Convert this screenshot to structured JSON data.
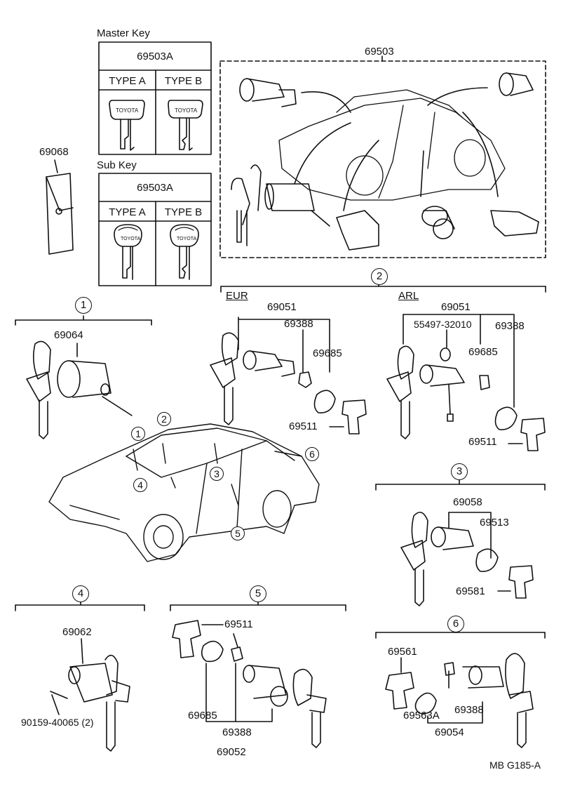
{
  "key_sets": {
    "master": {
      "heading": "Master Key",
      "part": "69503A",
      "type_a": "TYPE A",
      "type_b": "TYPE B",
      "brand": "TOYOTA"
    },
    "sub": {
      "heading": "Sub Key",
      "part": "69503A",
      "type_a": "TYPE A",
      "type_b": "TYPE B",
      "brand": "TOYOTA"
    }
  },
  "parts": {
    "p69068": "69068",
    "p69503": "69503",
    "eur": "EUR",
    "arl": "ARL",
    "eur_69051": "69051",
    "eur_69388": "69388",
    "eur_69685": "69685",
    "eur_69511": "69511",
    "arl_69051": "69051",
    "arl_55497": "55497-32010",
    "arl_69388": "69388",
    "arl_69685": "69685",
    "arl_69511": "69511",
    "s1_69064": "69064",
    "s3_69058": "69058",
    "s3_69513": "69513",
    "s3_69581": "69581",
    "s4_69062": "69062",
    "s4_90159": "90159-40065 (2)",
    "s5_69511": "69511",
    "s5_69685": "69685",
    "s5_69388": "69388",
    "s5_69052": "69052",
    "s6_69561": "69561",
    "s6_69388": "69388",
    "s6_69563a": "69563A",
    "s6_69054": "69054"
  },
  "sections": [
    "1",
    "2",
    "3",
    "4",
    "5",
    "6"
  ],
  "drawing_code": "MB G185-A"
}
